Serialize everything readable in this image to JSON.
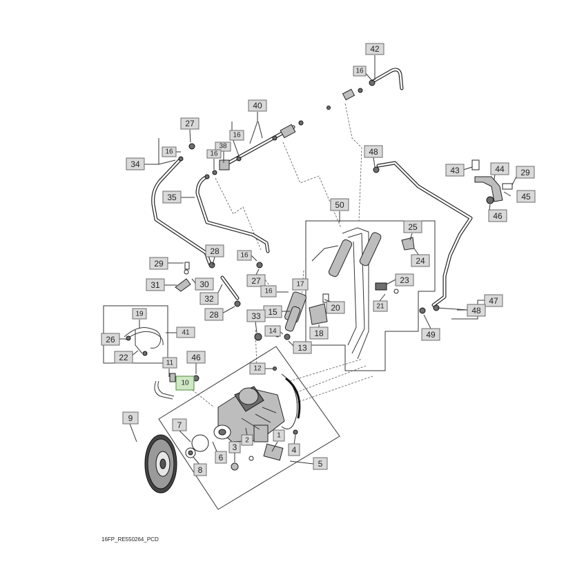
{
  "figure_code": "16FP_RE550264_PCD",
  "callouts": [
    "42",
    "16",
    "40",
    "27",
    "16",
    "16",
    "38",
    "16",
    "34",
    "48",
    "43",
    "44",
    "29",
    "45",
    "35",
    "46",
    "50",
    "25",
    "28",
    "16",
    "24",
    "29",
    "30",
    "27",
    "23",
    "31",
    "16",
    "17",
    "32",
    "20",
    "21",
    "16",
    "47",
    "15",
    "33",
    "28",
    "48",
    "19",
    "41",
    "14",
    "18",
    "26",
    "13",
    "49",
    "22",
    "11",
    "46",
    "12",
    "10",
    "9",
    "7",
    "1",
    "6",
    "2",
    "3",
    "4",
    "8",
    "5"
  ]
}
